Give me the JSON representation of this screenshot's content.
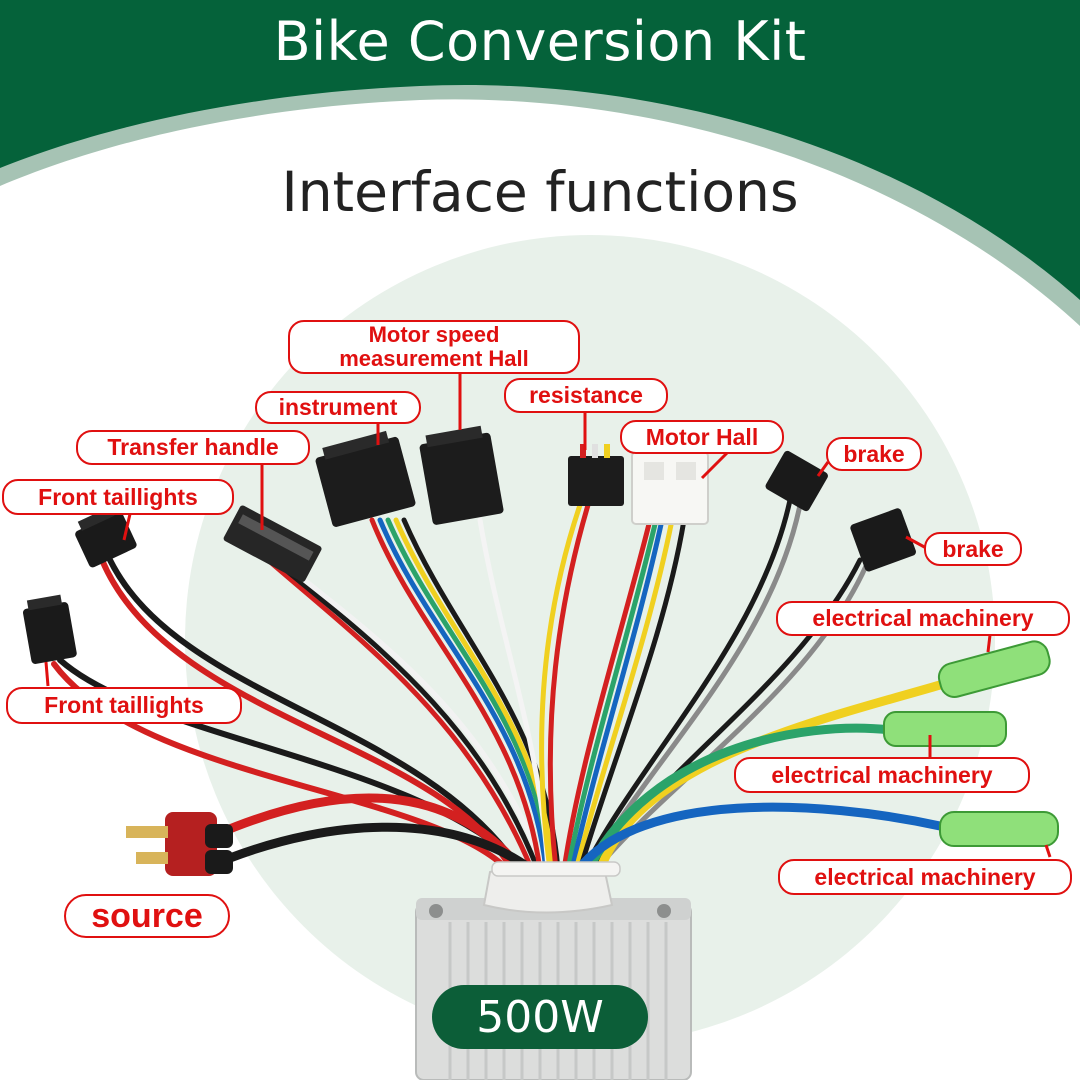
{
  "header": {
    "title": "Bike Conversion Kit",
    "subtitle": "Interface functions"
  },
  "colors": {
    "banner": "#05623a",
    "banner_edge": "#a6c3b4",
    "label_red": "#e01010",
    "badge_green": "#0c5e38",
    "halo": "#e8f1ea"
  },
  "labels": {
    "motor_speed_line1": "Motor speed",
    "motor_speed_line2": "measurement Hall",
    "resistance": "resistance",
    "instrument": "instrument",
    "motor_hall": "Motor Hall",
    "transfer_handle": "Transfer handle",
    "brake_1": "brake",
    "front_taillights_1": "Front taillights",
    "brake_2": "brake",
    "electrical_machinery_1": "electrical machinery",
    "front_taillights_2": "Front taillights",
    "electrical_machinery_2": "electrical machinery",
    "electrical_machinery_3": "electrical machinery",
    "source": "source"
  },
  "badge": {
    "power": "500W"
  },
  "icons": [
    "controller-box",
    "connector-plug",
    "t-plug-connector",
    "bullet-connector",
    "cable-tie"
  ]
}
